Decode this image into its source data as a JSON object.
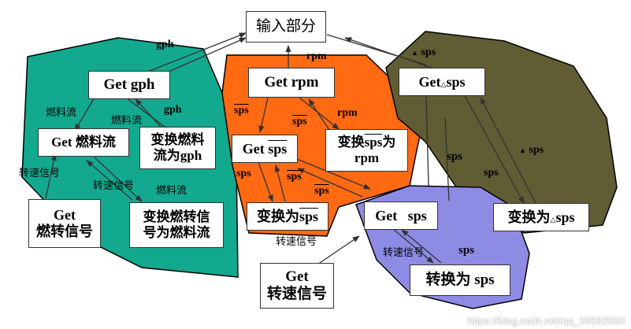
{
  "colors": {
    "teal_region": "#12A98F",
    "orange_region": "#FF6A13",
    "olive_region": "#605C33",
    "purple_region": "#8E8BE5",
    "line": "#333333"
  },
  "boxes": {
    "input": "输入部分",
    "get_gph": "Get gph",
    "get_fuel_flow": "Get 燃料流",
    "convert_fuel_flow_line1": "变换燃料",
    "convert_fuel_flow_line2": "流为gph",
    "get_fuel_signal_line1": "Get",
    "get_fuel_signal_line2": "燃转信号",
    "convert_fuel_signal_line1": "变换燃转信",
    "convert_fuel_signal_line2": "号为燃料流",
    "get_rpm": "Get rpm",
    "get_sps_bar_prefix": "Get ",
    "get_sps_bar_var": "sps",
    "convert_sps_rpm_prefix": "变换",
    "convert_sps_rpm_var": "sps",
    "convert_sps_rpm_suffix": "为",
    "convert_sps_rpm_line2": "rpm",
    "convert_to_sps_bar_prefix": "变换为",
    "convert_to_sps_bar_var": "sps",
    "get_delta_sps_prefix": "Get",
    "get_delta_sps_tri": "△",
    "get_delta_sps_var": "sps",
    "convert_to_delta_sps_prefix": "变换为",
    "convert_to_delta_sps_tri": "△",
    "convert_to_delta_sps_var": "sps",
    "get_sps": "Get   sps",
    "convert_to_sps": "转换为 sps",
    "get_speed_signal_line1": "Get",
    "get_speed_signal_line2": "转速信号"
  },
  "labels": {
    "gph_top": "gph",
    "gph_mid": "gph",
    "fuel_flow_a": "燃料流",
    "fuel_flow_b": "燃料流",
    "fuel_flow_c": "燃料流",
    "speed_signal_a": "转速信号",
    "speed_signal_b": "转速信号",
    "speed_signal_c": "转速信号",
    "speed_signal_d": "转速信号",
    "rpm_top": "rpm",
    "rpm_mid": "rpm",
    "sps_bar_a": "sps",
    "sps_bar_b": "sps",
    "sps_bar_c": "sps",
    "sps_bar_d": "sps",
    "sps_left": "sps",
    "sps_center": "sps",
    "sps_lower": "sps",
    "sps_right_lower": "sps",
    "delta_sps_top_tri": "▲",
    "delta_sps_top": "sps",
    "delta_sps_right_tri": "▲",
    "delta_sps_right": "sps",
    "sps_olive": "sps"
  },
  "watermark": "https://blog.csdn.net/qq_39582960"
}
